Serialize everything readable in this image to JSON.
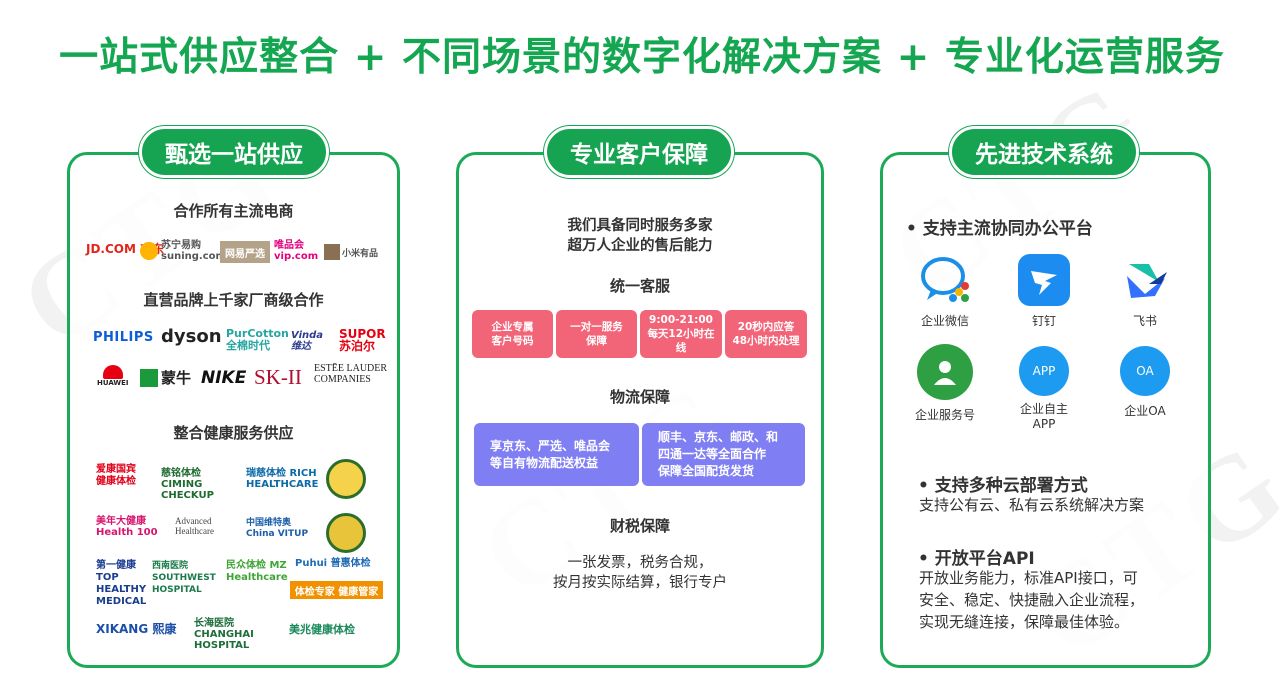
{
  "title": "一站式供应整合 + 不同场景的数字化解决方案 + 专业化运营服务",
  "watermark": "CTG",
  "colors": {
    "brand_green": "#16a453",
    "tile_red": "#f26477",
    "tile_blue": "#7f7ef3",
    "icon_blue": "#1d9bf0"
  },
  "cards": {
    "supply": {
      "heading": "甄选一站供应",
      "sec1": "合作所有主流电商",
      "ecommerce": [
        "JD.COM 京东",
        "苏宁易购 suning.com",
        "网易严选",
        "唯品会 vip.com",
        "小米有品"
      ],
      "sec2": "直营品牌上千家厂商级合作",
      "brands_row1": [
        "PHILIPS",
        "dyson",
        "PurCotton 全棉时代",
        "Vinda 维达",
        "SUPOR 苏泊尔"
      ],
      "brands_row2": [
        "HUAWEI",
        "蒙牛",
        "NIKE",
        "SK-II",
        "ESTĒE LAUDER COMPANIES"
      ],
      "sec3": "整合健康服务供应",
      "health": [
        "爱康国宾 健康体检",
        "慈铭体检 CIMING CHECKUP",
        "瑞慈体检 RICH HEALTHCARE",
        "美年大健康 Health 100",
        "Advanced Healthcare",
        "中国维特奥 China VITUP",
        "第一健康 TOP HEALTHY MEDICAL",
        "西南医院 SOUTHWEST HOSPITAL",
        "民众体检 MZ Healthcare",
        "Puhui 普惠体检",
        "体检专家 健康管家",
        "XIKANG 熙康",
        "长海医院 CHANGHAI HOSPITAL",
        "美兆健康体检"
      ]
    },
    "service": {
      "heading": "专业客户保障",
      "intro": [
        "我们具备同时服务多家",
        "超万人企业的售后能力"
      ],
      "sec1": "统一客服",
      "tiles": [
        [
          "企业专属",
          "客户号码"
        ],
        [
          "一对一服务",
          "保障"
        ],
        [
          "9:00-21:00",
          "每天12小时在线"
        ],
        [
          "20秒内应答",
          "48小时内处理"
        ]
      ],
      "sec2": "物流保障",
      "logistics": [
        [
          "享京东、严选、唯品会",
          "等自有物流配送权益"
        ],
        [
          "顺丰、京东、邮政、和",
          "四通一达等全面合作",
          "保障全国配货发货"
        ]
      ],
      "sec3": "财税保障",
      "tax": [
        "一张发票，税务合规，",
        "按月按实际结算，银行专户"
      ]
    },
    "tech": {
      "heading": "先进技术系统",
      "b1_title": "•  支持主流协同办公平台",
      "apps": [
        {
          "label": "企业微信",
          "icon": "wecom-icon"
        },
        {
          "label": "钉钉",
          "icon": "dingtalk-icon"
        },
        {
          "label": "飞书",
          "icon": "feishu-icon"
        },
        {
          "label": "企业服务号",
          "icon": "service-account-icon"
        },
        {
          "label": "企业自主APP",
          "label_lines": [
            "企业自主",
            "APP"
          ],
          "badge": "APP",
          "icon": "app-icon"
        },
        {
          "label": "企业OA",
          "badge": "OA",
          "icon": "oa-icon"
        }
      ],
      "b2_title": "•  支持多种云部署方式",
      "b2_text": "支持公有云、私有云系统解决方案",
      "b3_title": "•  开放平台API",
      "b3_lines": [
        "开放业务能力，标准API接口，可",
        "安全、稳定、快捷融入企业流程，",
        "实现无缝连接，保障最佳体验。"
      ]
    }
  }
}
